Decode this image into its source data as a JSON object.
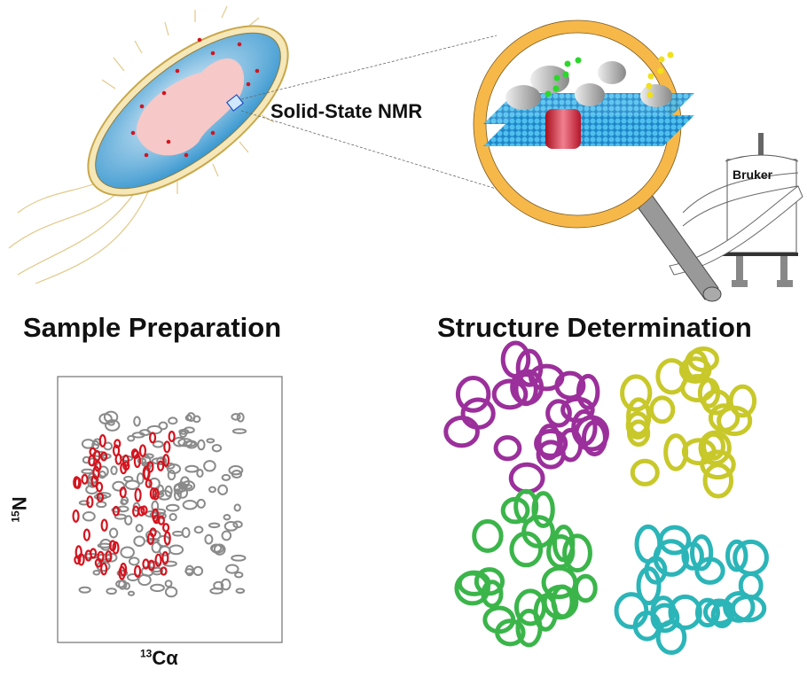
{
  "labels": {
    "technique": "Solid-State NMR",
    "magnet_brand": "Bruker",
    "left_title": "Sample Preparation",
    "right_title": "Structure Determination"
  },
  "spectrum": {
    "y_axis_sup": "15",
    "y_axis": "N",
    "x_axis_sup": "13",
    "x_axis": "Cα"
  },
  "colors": {
    "membrane": "#2a9fd8",
    "ring": "#f7b84a",
    "protein_a": "#9b2f9b",
    "protein_b": "#c8c82a",
    "protein_c": "#3bb54a",
    "protein_d": "#2bb5b8",
    "peak_red": "#d4141e",
    "peak_gray": "#8a8a8a"
  }
}
